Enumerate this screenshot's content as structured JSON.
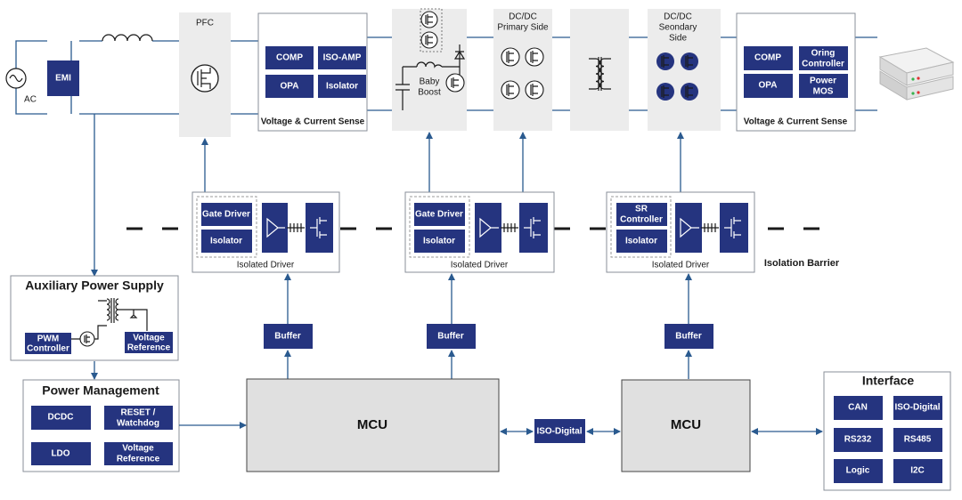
{
  "source": {
    "ac_label": "AC",
    "emi_label": "EMI"
  },
  "pfc": {
    "title": "PFC"
  },
  "sense1": {
    "blocks": [
      "COMP",
      "ISO-AMP",
      "OPA",
      "Isolator"
    ],
    "caption": "Voltage & Current Sense"
  },
  "boost": {
    "label_line1": "Baby",
    "label_line2": "Boost"
  },
  "dcdc_primary": {
    "title_line1": "DC/DC",
    "title_line2": "Primary Side"
  },
  "dcdc_secondary": {
    "title_line1": "DC/DC",
    "title_line2": "Seondary",
    "title_line3": "Side"
  },
  "sense2": {
    "comp": "COMP",
    "oring_line1": "Oring",
    "oring_line2": "Controller",
    "opa": "OPA",
    "power_line1": "Power",
    "power_line2": "MOS",
    "caption": "Voltage & Current Sense"
  },
  "drivers": [
    {
      "block1": "Gate Driver",
      "block2": "Isolator",
      "caption": "Isolated Driver"
    },
    {
      "block1": "Gate Driver",
      "block2": "Isolator",
      "caption": "Isolated Driver"
    },
    {
      "block1_line1": "SR",
      "block1_line2": "Controller",
      "block2": "Isolator",
      "caption": "Isolated Driver"
    }
  ],
  "isolation_barrier": "Isolation Barrier",
  "buffers": [
    "Buffer",
    "Buffer",
    "Buffer"
  ],
  "aux": {
    "title": "Auxiliary Power Supply",
    "pwm_line1": "PWM",
    "pwm_line2": "Controller",
    "vref_line1": "Voltage",
    "vref_line2": "Reference"
  },
  "power_mgmt": {
    "title": "Power Management",
    "dcdc": "DCDC",
    "reset_line1": "RESET /",
    "reset_line2": "Watchdog",
    "ldo": "LDO",
    "vref_line1": "Voltage",
    "vref_line2": "Reference"
  },
  "mcu_left": "MCU",
  "mcu_right": "MCU",
  "iso_digital": "ISO-Digital",
  "interface": {
    "title": "Interface",
    "items": [
      "CAN",
      "ISO-Digital",
      "RS232",
      "RS485",
      "Logic",
      "I2C"
    ]
  },
  "colors": {
    "block": "#25347f",
    "wire": "#2a5a8f",
    "gray_panel": "#ececec",
    "mcu_fill": "#e0e0e0"
  }
}
